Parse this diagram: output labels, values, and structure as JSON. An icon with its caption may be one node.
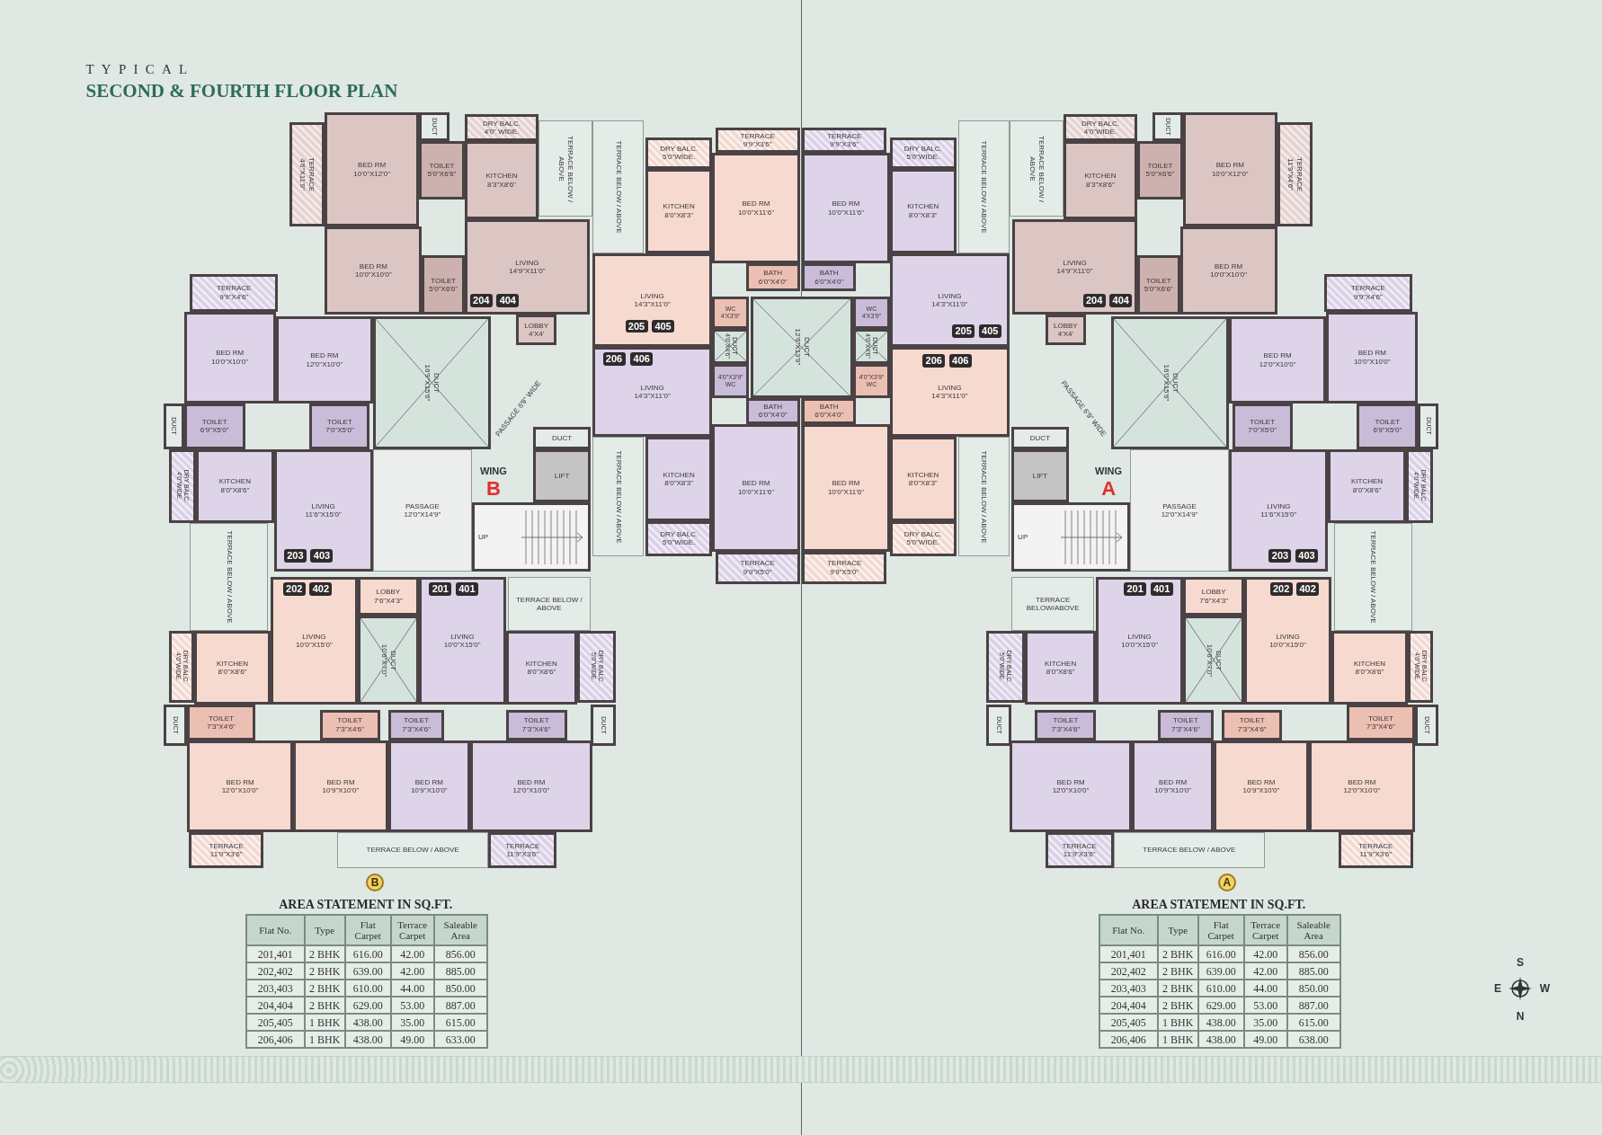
{
  "diagram": {
    "title": "SECOND & FOURTH FLOOR PLAN",
    "nodes": [
      {
        "text": [
          "TERRACE",
          "4'6\"X11'9\""
        ]
      },
      {
        "text": [
          "BED RM",
          "10'0\"X12'0\""
        ]
      },
      {
        "text": [
          "DUCT"
        ]
      },
      {
        "text": [
          "TOILET",
          "5'0\"X6'6\""
        ]
      },
      {
        "text": [
          "DRY BALC.",
          "4'0\" WIDE."
        ]
      },
      {
        "text": [
          "KITCHEN",
          "8'3\"X8'6\""
        ]
      },
      {
        "text": [
          "TERRACE BELOW / ABOVE"
        ]
      },
      {
        "text": [
          "BED RM",
          "10'0\"X10'0\""
        ]
      },
      {
        "text": [
          "TOILET",
          "5'0\"X6'6\""
        ]
      },
      {
        "text": [
          "LIVING",
          "14'9\"X11'0\""
        ]
      },
      {
        "text": [
          "LOBBY",
          "4'X4'"
        ]
      },
      {
        "text": [
          "204"
        ],
        "in": 9
      },
      {
        "text": [
          "404"
        ],
        "in": 9
      },
      {
        "text": [
          "TERRACE",
          "9'9\"X4'6\""
        ]
      },
      {
        "text": [
          "BED RM",
          "10'0\"X10'0\""
        ]
      },
      {
        "text": [
          "BED RM",
          "12'0\"X10'0\""
        ]
      },
      {
        "text": [
          "DUCT"
        ]
      },
      {
        "text": [
          "TOILET",
          "6'9\"X5'0\""
        ]
      },
      {
        "text": [
          "TOILET",
          "7'0\"X5'0\""
        ]
      },
      {
        "text": [
          "DRY BALC.",
          "4'0\"WIDE."
        ]
      },
      {
        "text": [
          "KITCHEN",
          "8'0\"X8'6\""
        ]
      },
      {
        "text": [
          "LIVING",
          "11'6\"X15'0\""
        ]
      },
      {
        "text": [
          "203"
        ],
        "in": 21
      },
      {
        "text": [
          "403"
        ],
        "in": 21
      },
      {
        "text": [
          "TERRACE BELOW / ABOVE"
        ]
      },
      {
        "text": [
          "DUCT",
          "16'9\"X15'6\""
        ]
      },
      {
        "text": [
          "PASSAGE",
          "12'0\"X14'9\""
        ]
      },
      {
        "text": [
          "DUCT"
        ]
      },
      {
        "text": [
          "LIFT"
        ]
      },
      {
        "text": [
          "UP"
        ]
      },
      {
        "text": [
          "LOBBY",
          "7'6\"X4'3\""
        ]
      },
      {
        "text": [
          "LIVING",
          "10'0\"X15'0\""
        ]
      },
      {
        "text": [
          "202"
        ],
        "in": 31
      },
      {
        "text": [
          "402"
        ],
        "in": 31
      },
      {
        "text": [
          "DUCT",
          "10'6\"X7'0\""
        ]
      },
      {
        "text": [
          "LIVING",
          "10'0\"X15'0\""
        ]
      },
      {
        "text": [
          "201"
        ],
        "in": 35
      },
      {
        "text": [
          "401"
        ],
        "in": 35
      },
      {
        "text": [
          "TERRACE BELOW / ABOVE"
        ]
      },
      {
        "text": [
          "DRY BALC.",
          "4'0\"WIDE."
        ]
      },
      {
        "text": [
          "KITCHEN",
          "8'0\"X8'6\""
        ]
      },
      {
        "text": [
          "KITCHEN",
          "8'0\"X8'6\""
        ]
      },
      {
        "text": [
          "DRY BALC.",
          "5'0\"WIDE."
        ]
      },
      {
        "text": [
          "DUCT"
        ]
      },
      {
        "text": [
          "TOILET",
          "7'3\"X4'6\""
        ]
      },
      {
        "text": [
          "TOILET",
          "7'3\"X4'6\""
        ]
      },
      {
        "text": [
          "TOILET",
          "7'3\"X4'6\""
        ]
      },
      {
        "text": [
          "TOILET",
          "7'3\"X4'6\""
        ]
      },
      {
        "text": [
          "DUCT"
        ]
      },
      {
        "text": [
          "BED RM",
          "12'0\"X10'0\""
        ]
      },
      {
        "text": [
          "BED RM",
          "10'9\"X10'0\""
        ]
      },
      {
        "text": [
          "BED RM",
          "10'9\"X10'0\""
        ]
      },
      {
        "text": [
          "BED RM",
          "12'0\"X10'0\""
        ]
      },
      {
        "text": [
          "TERRACE",
          "11'9\"X3'6\""
        ]
      },
      {
        "text": [
          "TERRACE BELOW / ABOVE"
        ]
      },
      {
        "text": [
          "TERRACE",
          "11'9\"X3'6\""
        ]
      },
      {
        "text": [
          "B"
        ]
      },
      {
        "text": [
          "TERRACE BELOW / ABOVE"
        ]
      },
      {
        "text": [
          "DRY BALC.",
          "5'0\"WIDE."
        ]
      },
      {
        "text": [
          "KITCHEN",
          "8'0\"X8'3\""
        ]
      },
      {
        "text": [
          "TERRACE",
          "9'9\"X3'6\""
        ]
      },
      {
        "text": [
          "BED RM",
          "10'0\"X11'6\""
        ]
      },
      {
        "text": [
          "BATH",
          "6'0\"X4'0\""
        ]
      },
      {
        "text": [
          "LIVING",
          "14'3\"X11'0\""
        ]
      },
      {
        "text": [
          "205"
        ],
        "in": 63
      },
      {
        "text": [
          "405"
        ],
        "in": 63
      },
      {
        "text": [
          "WC",
          "4'X3'9\""
        ]
      },
      {
        "text": [
          "DUCT",
          "4'0\"X4'6\""
        ]
      },
      {
        "text": [
          "4'0\"X3'9\"",
          "WC"
        ]
      },
      {
        "text": [
          "LIVING",
          "14'3\"X11'0\""
        ]
      },
      {
        "text": [
          "206"
        ],
        "in": 69
      },
      {
        "text": [
          "406"
        ],
        "in": 69
      },
      {
        "text": [
          "BATH",
          "6'0\"X4'0\""
        ]
      },
      {
        "text": [
          "TERRACE BELOW / ABOVE"
        ]
      },
      {
        "text": [
          "KITCHEN",
          "8'0\"X8'3\""
        ]
      },
      {
        "text": [
          "BED RM",
          "10'0\"X11'6\""
        ]
      },
      {
        "text": [
          "DRY BALC.",
          "5'0\"WIDE."
        ]
      },
      {
        "text": [
          "TERRACE",
          "9'9\"X5'0\""
        ]
      },
      {
        "text": [
          "DUCT",
          "12'6\"X13'9\""
        ]
      },
      {
        "text": [
          "TERRACE BELOW / ABOVE"
        ]
      },
      {
        "text": [
          "DRY BALC.",
          "5'0\"WIDE."
        ]
      },
      {
        "text": [
          "KITCHEN",
          "8'0\"X8'3\""
        ]
      },
      {
        "text": [
          "TERRACE",
          "9'9\"X3'6\""
        ]
      },
      {
        "text": [
          "BED RM",
          "10'0\"X11'6\""
        ]
      },
      {
        "text": [
          "BATH",
          "6'0\"X4'0\""
        ]
      },
      {
        "text": [
          "LIVING",
          "14'3\"X11'0\""
        ]
      },
      {
        "text": [
          "205"
        ],
        "in": 85
      },
      {
        "text": [
          "405"
        ],
        "in": 85
      },
      {
        "text": [
          "WC",
          "4'X3'9\""
        ]
      },
      {
        "text": [
          "DUCT",
          "4'0\"X4'6\""
        ]
      },
      {
        "text": [
          "4'0\"X3'9\"",
          "WC"
        ]
      },
      {
        "text": [
          "LIVING",
          "14'3\"X11'0\""
        ]
      },
      {
        "text": [
          "206"
        ],
        "in": 91
      },
      {
        "text": [
          "406"
        ],
        "in": 91
      },
      {
        "text": [
          "BATH",
          "6'0\"X4'0\""
        ]
      },
      {
        "text": [
          "TERRACE BELOW / ABOVE"
        ]
      },
      {
        "text": [
          "KITCHEN",
          "8'0\"X8'3\""
        ]
      },
      {
        "text": [
          "BED RM",
          "10'0\"X11'6\""
        ]
      },
      {
        "text": [
          "DRY BALC.",
          "5'0\"WIDE."
        ]
      },
      {
        "text": [
          "TERRACE",
          "9'9\"X5'0\""
        ]
      },
      {
        "text": [
          "TERRACE",
          "11'9\"X4'6\""
        ]
      },
      {
        "text": [
          "BED RM",
          "10'0\"X12'0\""
        ]
      },
      {
        "text": [
          "DUCT"
        ]
      },
      {
        "text": [
          "TOILET",
          "5'0\"X6'6\""
        ]
      },
      {
        "text": [
          "DRY BALC.",
          "4'0\"WIDE."
        ]
      },
      {
        "text": [
          "KITCHEN",
          "8'3\"X8'6\""
        ]
      },
      {
        "text": [
          "TERRACE BELOW / ABOVE"
        ]
      },
      {
        "text": [
          "BED RM",
          "10'0\"X10'0\""
        ]
      },
      {
        "text": [
          "TOILET",
          "5'0\"X6'6\""
        ]
      },
      {
        "text": [
          "LIVING",
          "14'9\"X11'0\""
        ]
      },
      {
        "text": [
          "LOBBY",
          "4'X4'"
        ]
      },
      {
        "text": [
          "204"
        ],
        "in": 109
      },
      {
        "text": [
          "404"
        ],
        "in": 109
      },
      {
        "text": [
          "TERRACE",
          "9'9\"X4'6\""
        ]
      },
      {
        "text": [
          "BED RM",
          "10'0\"X10'0\""
        ]
      },
      {
        "text": [
          "BED RM",
          "12'0\"X10'0\""
        ]
      },
      {
        "text": [
          "DUCT"
        ]
      },
      {
        "text": [
          "TOILET",
          "6'9\"X5'0\""
        ]
      },
      {
        "text": [
          "TOILET",
          "7'0\"X5'0\""
        ]
      },
      {
        "text": [
          "DRY BALC.",
          "4'0\"WIDE."
        ]
      },
      {
        "text": [
          "KITCHEN",
          "8'0\"X8'6\""
        ]
      },
      {
        "text": [
          "LIVING",
          "11'6\"X15'0\""
        ]
      },
      {
        "text": [
          "203"
        ],
        "in": 121
      },
      {
        "text": [
          "403"
        ],
        "in": 121
      },
      {
        "text": [
          "TERRACE BELOW / ABOVE"
        ]
      },
      {
        "text": [
          "DUCT",
          "16'0\"X15'6\""
        ]
      },
      {
        "text": [
          "PASSAGE",
          "12'0\"X14'9\""
        ]
      },
      {
        "text": [
          "DUCT"
        ]
      },
      {
        "text": [
          "LIFT"
        ]
      },
      {
        "text": [
          "UP"
        ]
      },
      {
        "text": [
          "LOBBY",
          "7'6\"X4'3\""
        ]
      },
      {
        "text": [
          "LIVING",
          "10'0\"X15'0\""
        ]
      },
      {
        "text": [
          "202"
        ],
        "in": 131
      },
      {
        "text": [
          "402"
        ],
        "in": 131
      },
      {
        "text": [
          "DUCT",
          "10'6\"X7'0\""
        ]
      },
      {
        "text": [
          "LIVING",
          "10'0\"X15'0\""
        ]
      },
      {
        "text": [
          "201"
        ],
        "in": 135
      },
      {
        "text": [
          "401"
        ],
        "in": 135
      },
      {
        "text": [
          "TERRACE BELOW/ABOVE"
        ]
      },
      {
        "text": [
          "DRY BALC.",
          "4'0\"WIDE."
        ]
      },
      {
        "text": [
          "KITCHEN",
          "8'0\"X8'6\""
        ]
      },
      {
        "text": [
          "KITCHEN",
          "8'0\"X8'6\""
        ]
      },
      {
        "text": [
          "DRY BALC.",
          "5'0\"WIDE."
        ]
      },
      {
        "text": [
          "DUCT"
        ]
      },
      {
        "text": [
          "TOILET",
          "7'3\"X4'6\""
        ]
      },
      {
        "text": [
          "TOILET",
          "7'3\"X4'6\""
        ]
      },
      {
        "text": [
          "TOILET",
          "7'3\"X4'6\""
        ]
      },
      {
        "text": [
          "TOILET",
          "7'3\"X4'6\""
        ]
      },
      {
        "text": [
          "DUCT"
        ]
      },
      {
        "text": [
          "BED RM",
          "12'0\"X10'0\""
        ]
      },
      {
        "text": [
          "BED RM",
          "10'9\"X10'0\""
        ]
      },
      {
        "text": [
          "BED RM",
          "10'9\"X10'0\""
        ]
      },
      {
        "text": [
          "BED RM",
          "12'0\"X10'0\""
        ]
      },
      {
        "text": [
          "TERRACE",
          "11'9\"X3'6\""
        ]
      },
      {
        "text": [
          "TERRACE BELOW / ABOVE"
        ]
      },
      {
        "text": [
          "TERRACE",
          "11'9\"X3'6\""
        ]
      },
      {
        "text": [
          "A"
        ]
      }
    ],
    "labels": [
      "TYPICAL",
      "WING",
      "B",
      "PASSAGE 6'9\" WIDE",
      "WING",
      "A",
      "PASSAGE 6'9\" WIDE",
      "AREA STATEMENT IN SQ.FT.",
      "Flat No.",
      "Type",
      "Flat Carpet",
      "Terrace Carpet",
      "Saleable Area",
      "201,401",
      "2 BHK",
      "616.00",
      "42.00",
      "856.00",
      "202,402",
      "2 BHK",
      "639.00",
      "42.00",
      "885.00",
      "203,403",
      "2 BHK",
      "610.00",
      "44.00",
      "850.00",
      "204,404",
      "2 BHK",
      "629.00",
      "53.00",
      "887.00",
      "205,405",
      "1 BHK",
      "438.00",
      "35.00",
      "615.00",
      "206,406",
      "1 BHK",
      "438.00",
      "49.00",
      "633.00",
      "AREA STATEMENT IN SQ.FT.",
      "Flat No.",
      "Type",
      "Flat Carpet",
      "Terrace Carpet",
      "Saleable Area",
      "201,401",
      "2 BHK",
      "616.00",
      "42.00",
      "856.00",
      "202,402",
      "2 BHK",
      "639.00",
      "42.00",
      "885.00",
      "203,403",
      "2 BHK",
      "610.00",
      "44.00",
      "850.00",
      "204,404",
      "2 BHK",
      "629.00",
      "53.00",
      "887.00",
      "205,405",
      "1 BHK",
      "438.00",
      "35.00",
      "615.00",
      "206,406",
      "1 BHK",
      "438.00",
      "49.00",
      "638.00",
      "S",
      "E",
      "W",
      "N"
    ]
  }
}
